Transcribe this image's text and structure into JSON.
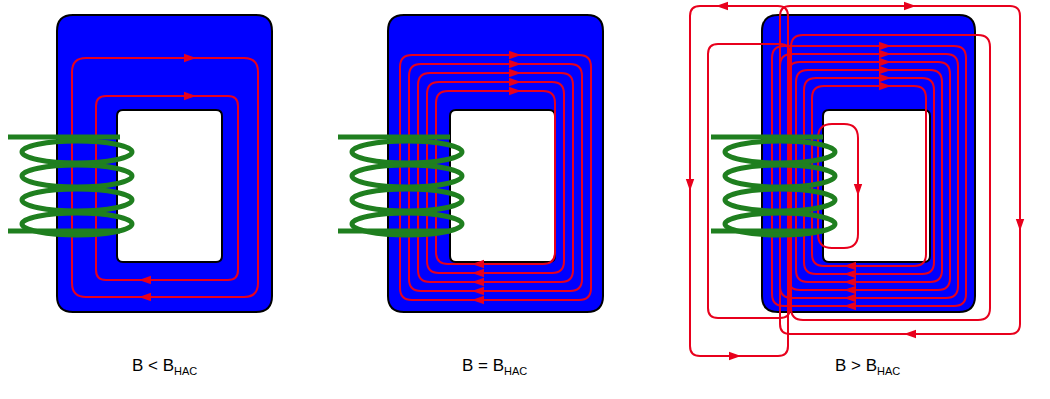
{
  "diagram": {
    "labels": [
      "B < B",
      "HAC",
      "B = B",
      "HAC",
      "B > B",
      "HAC"
    ]
  }
}
